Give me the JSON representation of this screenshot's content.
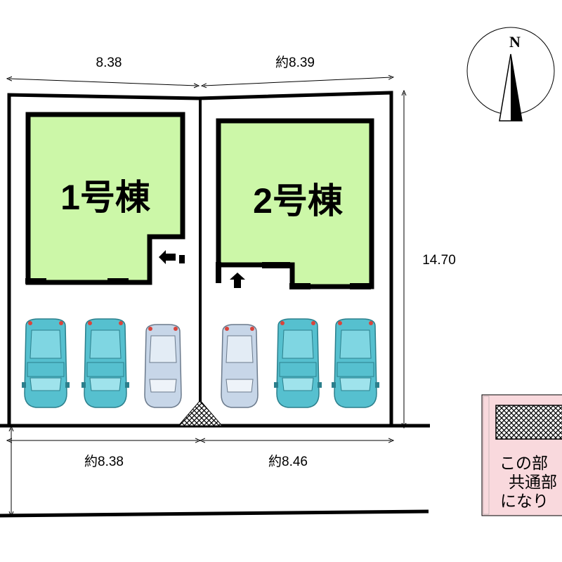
{
  "dimensions": {
    "top_left": "8.38",
    "top_right": "約8.39",
    "right_side": "14.70",
    "bottom_left": "約8.38",
    "bottom_right": "約8.46"
  },
  "buildings": [
    {
      "label": "1号棟",
      "fill": "#ccf7a8"
    },
    {
      "label": "2号棟",
      "fill": "#ccf7a8"
    }
  ],
  "compass": {
    "label": "N"
  },
  "legend": {
    "lines": [
      "この部",
      "共通部",
      "になり"
    ],
    "background": "#f9d9dd"
  },
  "cars": [
    {
      "lot": 1,
      "color": "teal"
    },
    {
      "lot": 1,
      "color": "teal"
    },
    {
      "lot": 1,
      "color": "silver"
    },
    {
      "lot": 2,
      "color": "silver"
    },
    {
      "lot": 2,
      "color": "teal"
    },
    {
      "lot": 2,
      "color": "teal"
    }
  ]
}
